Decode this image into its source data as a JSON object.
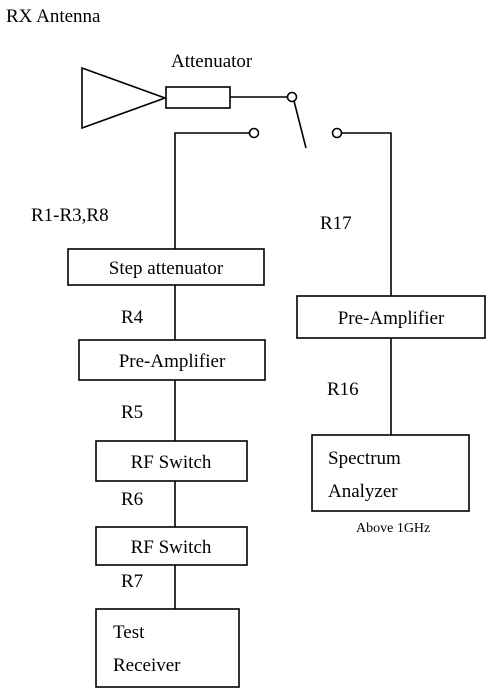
{
  "labels": {
    "rx_antenna": "RX Antenna",
    "attenuator": "Attenuator",
    "r1_r3_r8": "R1-R3,R8",
    "r17": "R17",
    "r4": "R4",
    "r5": "R5",
    "r6": "R6",
    "r7": "R7",
    "r16": "R16",
    "above_1ghz": "Above 1GHz"
  },
  "blocks": {
    "step_attenuator": "Step attenuator",
    "pre_amplifier_left": "Pre-Amplifier",
    "rf_switch_1": "RF Switch",
    "rf_switch_2": "RF Switch",
    "test_receiver_line1": "Test",
    "test_receiver_line2": "Receiver",
    "pre_amplifier_right": "Pre-Amplifier",
    "spectrum_analyzer_line1": "Spectrum",
    "spectrum_analyzer_line2": "Analyzer"
  },
  "colors": {
    "line": "#000000",
    "background": "#ffffff"
  }
}
